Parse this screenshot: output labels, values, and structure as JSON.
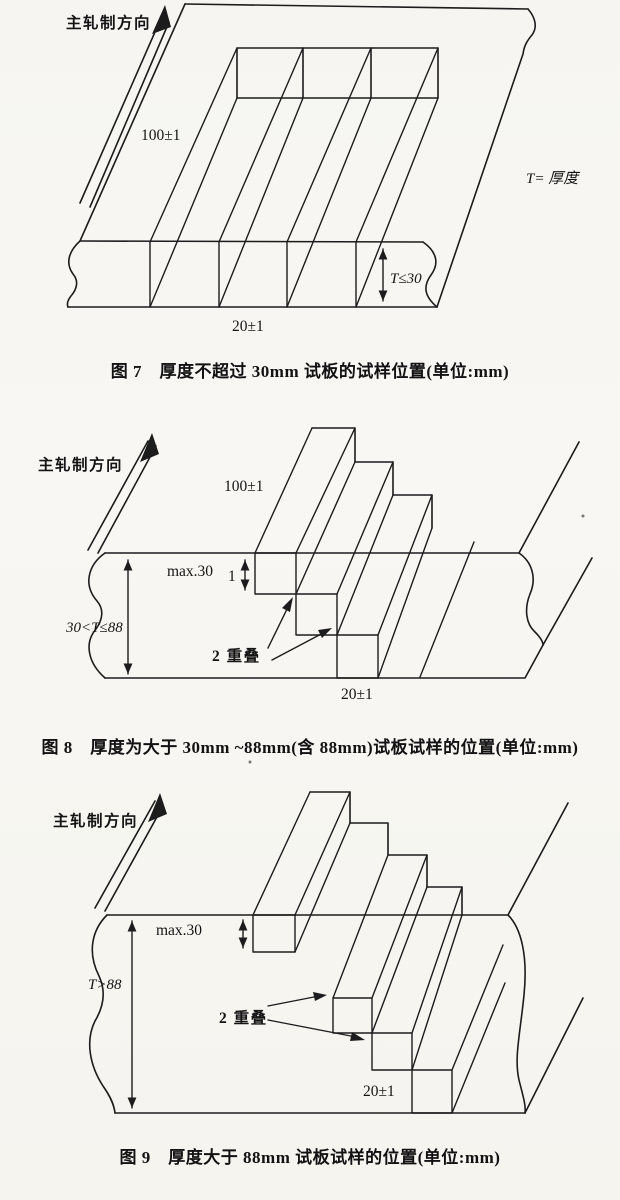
{
  "page": {
    "paper_color": "#f6f5f1",
    "ink_color": "#1c1c1c"
  },
  "figures": [
    {
      "id": "figure-7",
      "caption": "图 7　厚度不超过 30mm 试板的试样位置(单位:mm)",
      "labels": {
        "rolling_direction": "主轧制方向",
        "specimen_length": "100±1",
        "thickness_def": "T= 厚度",
        "thickness_limit": "T≤30",
        "specimen_width": "20±1"
      }
    },
    {
      "id": "figure-8",
      "caption": "图 8　厚度为大于 30mm ~88mm(含 88mm)试板试样的位置(单位:mm)",
      "labels": {
        "rolling_direction": "主轧制方向",
        "specimen_length": "100±1",
        "max_depth": "max.30",
        "overlap_offset": "1",
        "thickness_range": "30<T≤88",
        "overlap": "2 重叠",
        "specimen_width": "20±1"
      }
    },
    {
      "id": "figure-9",
      "caption": "图 9　厚度大于 88mm 试板试样的位置(单位:mm)",
      "labels": {
        "rolling_direction": "主轧制方向",
        "max_depth": "max.30",
        "thickness_range": "T>88",
        "overlap": "2 重叠",
        "specimen_width": "20±1"
      }
    }
  ]
}
